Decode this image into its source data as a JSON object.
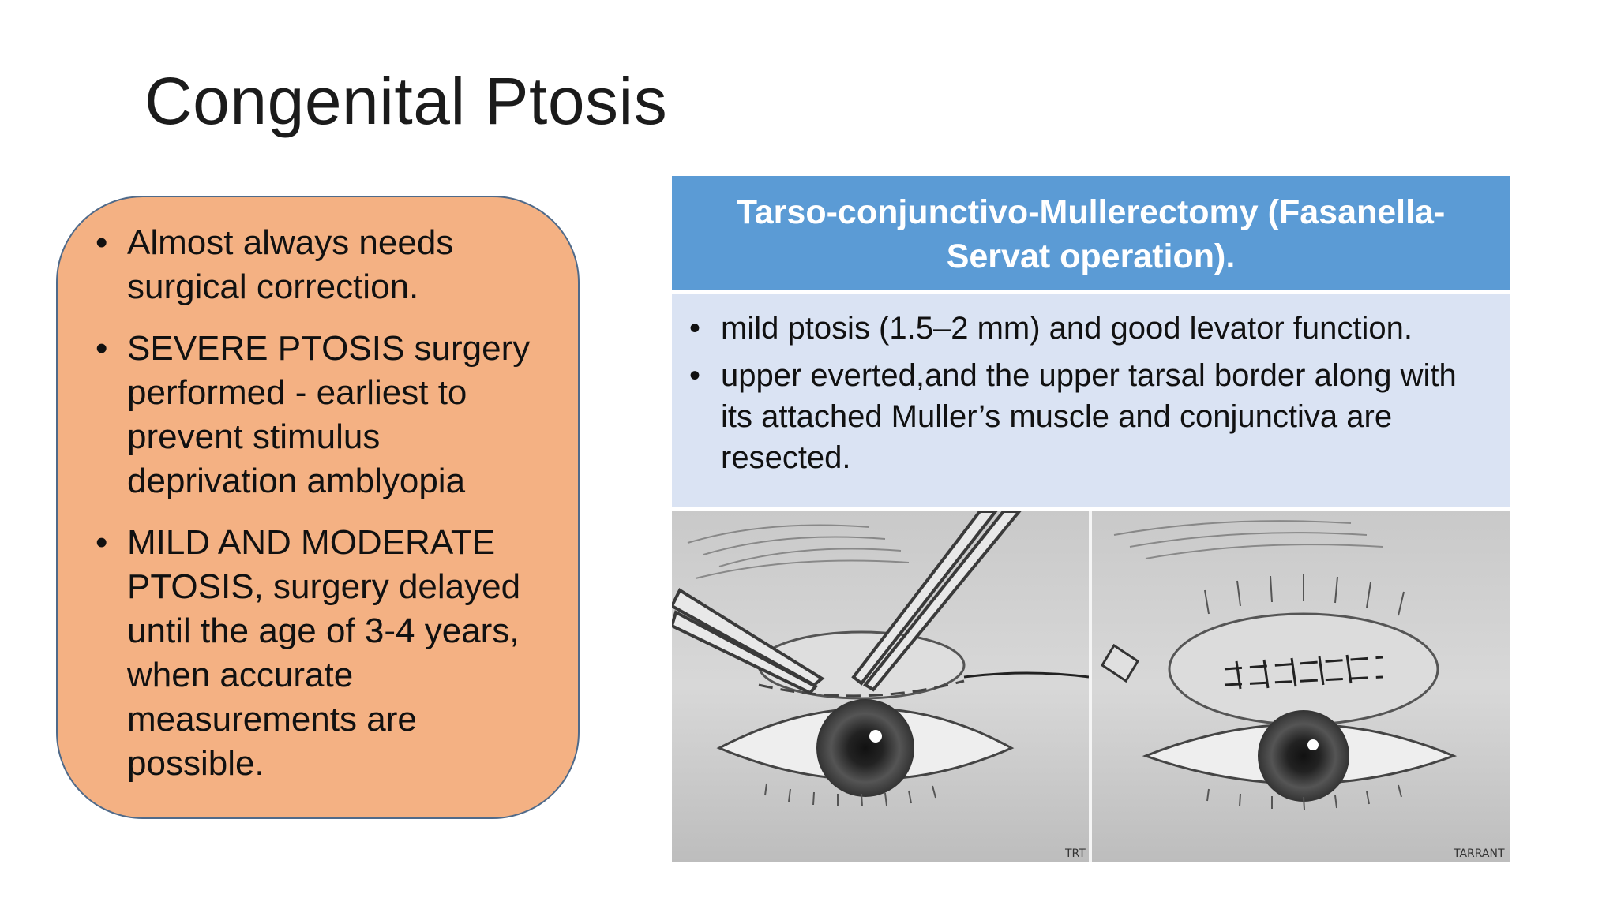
{
  "slide": {
    "title": "Congenital Ptosis"
  },
  "left_box": {
    "bullets": [
      "Almost always needs surgical correction.",
      "SEVERE PTOSIS surgery performed - earliest to prevent stimulus deprivation amblyopia",
      "MILD AND MODERATE PTOSIS, surgery delayed until the age of 3-4 years, when accurate measurements are possible."
    ]
  },
  "right_panel": {
    "header": "Tarso-conjunctivo-Mullerectomy (Fasanella-Servat operation).",
    "bullets": [
      "mild ptosis (1.5–2 mm) and good levator function.",
      "upper everted,and the upper tarsal border along with its attached Muller’s muscle and conjunctiva are resected."
    ]
  },
  "illustration": {
    "signature_left": "TRT",
    "signature_right": "TARRANT"
  },
  "colors": {
    "left_box_fill": "#f4b183",
    "left_box_border": "#4f6a8a",
    "header_fill": "#5b9bd5",
    "body_fill": "#dae3f3"
  }
}
